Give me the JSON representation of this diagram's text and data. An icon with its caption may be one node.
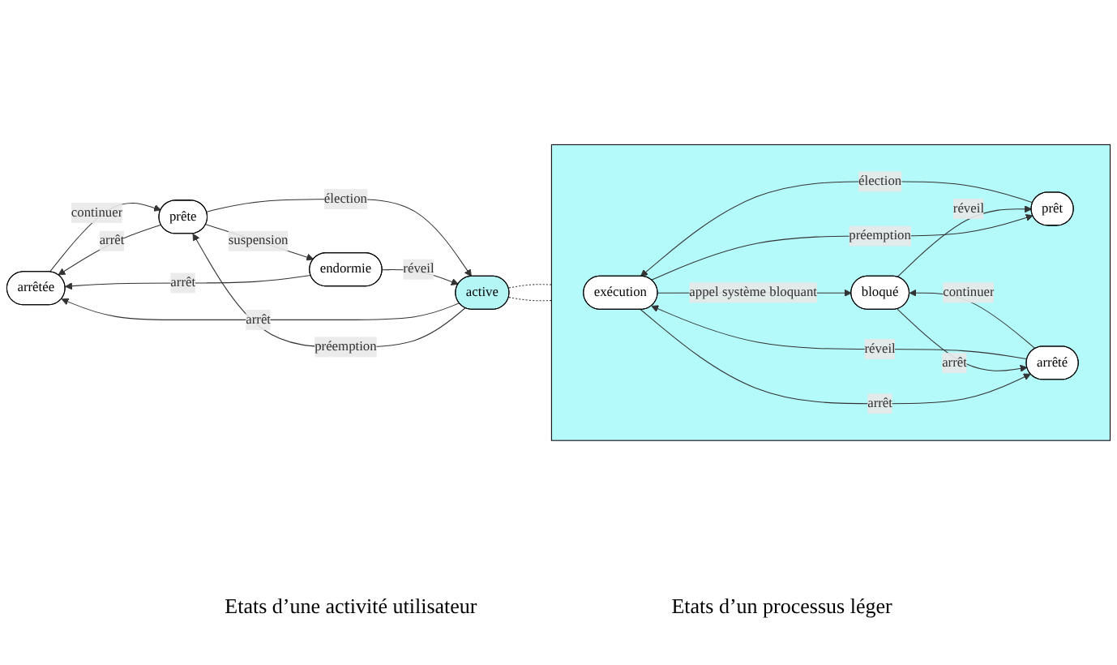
{
  "diagram": {
    "nodes": [
      {
        "text": [
          "arrêtée"
        ]
      },
      {
        "text": [
          "prête"
        ]
      },
      {
        "text": [
          "active"
        ]
      },
      {
        "text": [
          "endormie"
        ]
      },
      {
        "text": [],
        "shape": "box"
      },
      {
        "text": [
          "exécution"
        ],
        "in": 4
      },
      {
        "text": [
          "prêt"
        ],
        "in": 4
      },
      {
        "text": [
          "arrêté"
        ],
        "in": 4
      },
      {
        "text": [
          "bloqué"
        ],
        "in": 4
      }
    ],
    "edges": [
      {
        "from": 0,
        "to": 1,
        "arrow": "to",
        "label": "continuer"
      },
      {
        "from": 1,
        "to": 0,
        "arrow": "to",
        "label": "arrêt"
      },
      {
        "from": 2,
        "to": 0,
        "arrow": "to",
        "label": "arrêt"
      },
      {
        "from": 3,
        "to": 0,
        "arrow": "to",
        "label": "arrêt"
      },
      {
        "from": 1,
        "to": 2,
        "arrow": "to",
        "label": "élection"
      },
      {
        "from": 2,
        "to": 1,
        "arrow": "to",
        "label": "préemption"
      },
      {
        "from": 1,
        "to": 3,
        "arrow": "to",
        "label": "suspension"
      },
      {
        "from": 3,
        "to": 2,
        "arrow": "to",
        "label": "réveil"
      },
      {
        "from": 2,
        "to": 4,
        "arrow": "none",
        "style": "dashed"
      },
      {
        "from": 2,
        "to": 4,
        "arrow": "none",
        "style": "dashed"
      },
      {
        "from": 5,
        "to": 6,
        "arrow": "to",
        "label": "préemption"
      },
      {
        "from": 6,
        "to": 5,
        "arrow": "to",
        "label": "élection"
      },
      {
        "from": 5,
        "to": 8,
        "arrow": "to",
        "label": "appel système bloquant"
      },
      {
        "from": 8,
        "to": 6,
        "arrow": "to",
        "label": "réveil"
      },
      {
        "from": 5,
        "to": 7,
        "arrow": "to",
        "label": "arrêt"
      },
      {
        "from": 7,
        "to": 5,
        "arrow": "to",
        "label": "réveil"
      },
      {
        "from": 8,
        "to": 7,
        "arrow": "to",
        "label": "arrêt"
      },
      {
        "from": 7,
        "to": 8,
        "arrow": "to",
        "label": "continuer"
      }
    ],
    "labels": [
      "Etats d’une activité utilisateur",
      "Etats d’un processus léger"
    ]
  }
}
